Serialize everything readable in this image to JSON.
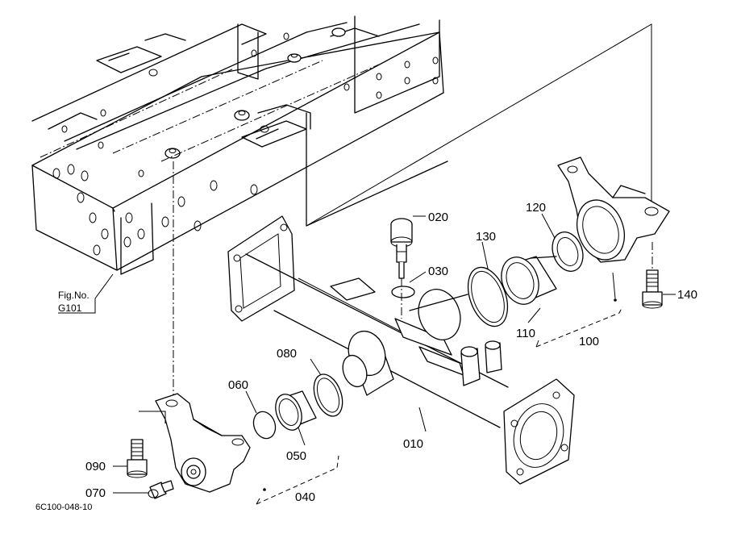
{
  "figure_ref": {
    "line1": "Fig.No.",
    "line2": "G101"
  },
  "drawing_code": "6C100-048-10",
  "part_labels": [
    {
      "id": "p020",
      "text": "020"
    },
    {
      "id": "p030",
      "text": "030"
    },
    {
      "id": "p130",
      "text": "130"
    },
    {
      "id": "p120",
      "text": "120"
    },
    {
      "id": "p110",
      "text": "110"
    },
    {
      "id": "p100",
      "text": "100"
    },
    {
      "id": "p140",
      "text": "140"
    },
    {
      "id": "p080",
      "text": "080"
    },
    {
      "id": "p060",
      "text": "060"
    },
    {
      "id": "p050",
      "text": "050"
    },
    {
      "id": "p010",
      "text": "010"
    },
    {
      "id": "p090",
      "text": "090"
    },
    {
      "id": "p070",
      "text": "070"
    },
    {
      "id": "p040",
      "text": "040"
    }
  ]
}
